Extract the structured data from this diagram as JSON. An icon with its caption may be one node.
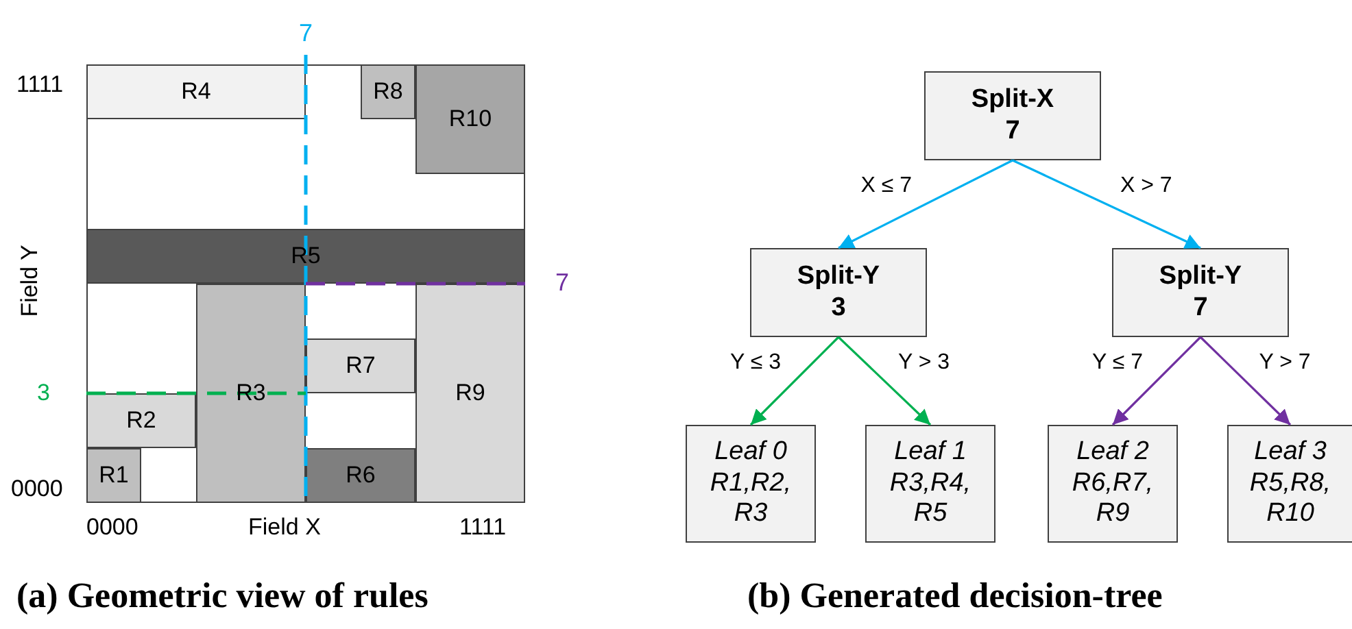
{
  "diagram": {
    "nodes": [
      {
        "text": [
          "R4"
        ]
      },
      {
        "text": [
          "R8"
        ]
      },
      {
        "text": [
          "R10"
        ]
      },
      {
        "text": [
          "R5"
        ]
      },
      {
        "text": [
          "R7"
        ]
      },
      {
        "text": [
          "R3"
        ]
      },
      {
        "text": [
          "R9"
        ]
      },
      {
        "text": [
          "R2"
        ]
      },
      {
        "text": [
          "R1"
        ]
      },
      {
        "text": [
          "R6"
        ]
      },
      {
        "text": [
          "Split-X",
          "7"
        ]
      },
      {
        "text": [
          "Split-Y",
          "3"
        ]
      },
      {
        "text": [
          "Split-Y",
          "7"
        ]
      },
      {
        "text": [
          "Leaf 0",
          "R1,R2, R3"
        ]
      },
      {
        "text": [
          "Leaf 1",
          "R3,R4, R5"
        ]
      },
      {
        "text": [
          "Leaf 2",
          "R6,R7, R9"
        ]
      },
      {
        "text": [
          "Leaf 3",
          "R5,R8, R10"
        ]
      }
    ],
    "edges": [
      {
        "from": 10,
        "to": 11,
        "arrow": "to",
        "label": "X ≤ 7",
        "color": "#00b0f0"
      },
      {
        "from": 10,
        "to": 12,
        "arrow": "to",
        "label": "X > 7",
        "color": "#00b0f0"
      },
      {
        "from": 11,
        "to": 13,
        "arrow": "to",
        "label": "Y ≤ 3",
        "color": "#00b050"
      },
      {
        "from": 11,
        "to": 14,
        "arrow": "to",
        "label": "Y > 3",
        "color": "#00b050"
      },
      {
        "from": 12,
        "to": 15,
        "arrow": "to",
        "label": "Y ≤ 7",
        "color": "#7030a0"
      },
      {
        "from": 12,
        "to": 16,
        "arrow": "to",
        "label": "Y > 7",
        "color": "#7030a0"
      }
    ],
    "labels": [
      "7",
      "1111",
      "Field Y",
      "7",
      "3",
      "0000",
      "0000",
      "Field X",
      "1111",
      "(a) Geometric view of rules",
      "(b) Generated decision-tree"
    ]
  }
}
